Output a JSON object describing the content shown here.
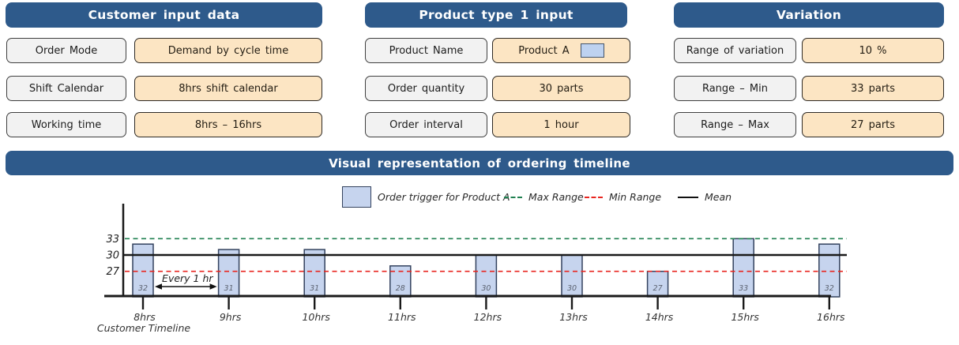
{
  "panels": [
    {
      "title": "Customer input data",
      "rows": [
        {
          "label": "Order Mode",
          "value": "Demand by cycle time"
        },
        {
          "label": "Shift Calendar",
          "value": "8hrs shift calendar"
        },
        {
          "label": "Working time",
          "value": "8hrs – 16hrs"
        }
      ]
    },
    {
      "title": "Product type 1 input",
      "rows": [
        {
          "label": "Product Name",
          "value": "Product A"
        },
        {
          "label": "Order quantity",
          "value": "30 parts"
        },
        {
          "label": "Order interval",
          "value": "1 hour"
        }
      ]
    },
    {
      "title": "Variation",
      "rows": [
        {
          "label": "Range of variation",
          "value": "10 %"
        },
        {
          "label": "Range – Min",
          "value": "33 parts"
        },
        {
          "label": "Range – Max",
          "value": "27 parts"
        }
      ]
    }
  ],
  "banner": {
    "title": "Visual representation of ordering timeline"
  },
  "legend": {
    "order_trigger": "Order trigger for Product A",
    "max": "Max Range",
    "min": "Min Range",
    "mean": "Mean"
  },
  "colors": {
    "header_blue": "#2e5a8b",
    "label_bg": "#f2f2f2",
    "value_bg": "#fce5c3",
    "bar_fill": "#c6d4ee",
    "bar_border": "#33425e",
    "swatch_fill": "#bed2f0",
    "swatch_border": "#44546a",
    "max_line": "#1f8050",
    "min_line": "#e8251f",
    "mean_line": "#1a1a1a"
  },
  "chart_data": {
    "type": "bar",
    "title": "Visual representation of ordering timeline",
    "categories": [
      "8hrs",
      "9hrs",
      "10hrs",
      "11hrs",
      "12hrs",
      "13hrs",
      "14hrs",
      "15hrs",
      "16hrs"
    ],
    "values": [
      32,
      31,
      31,
      28,
      30,
      30,
      27,
      33,
      32
    ],
    "series_name": "Order trigger for Product A",
    "max_range": 33,
    "mean": 30,
    "min_range": 27,
    "y_ticks": [
      33,
      30,
      27
    ],
    "x_axis_label": "Customer Timeline",
    "interval_annotation": "Every 1 hr",
    "ylim": [
      22,
      36
    ],
    "grid": false,
    "legend_position": "top"
  }
}
